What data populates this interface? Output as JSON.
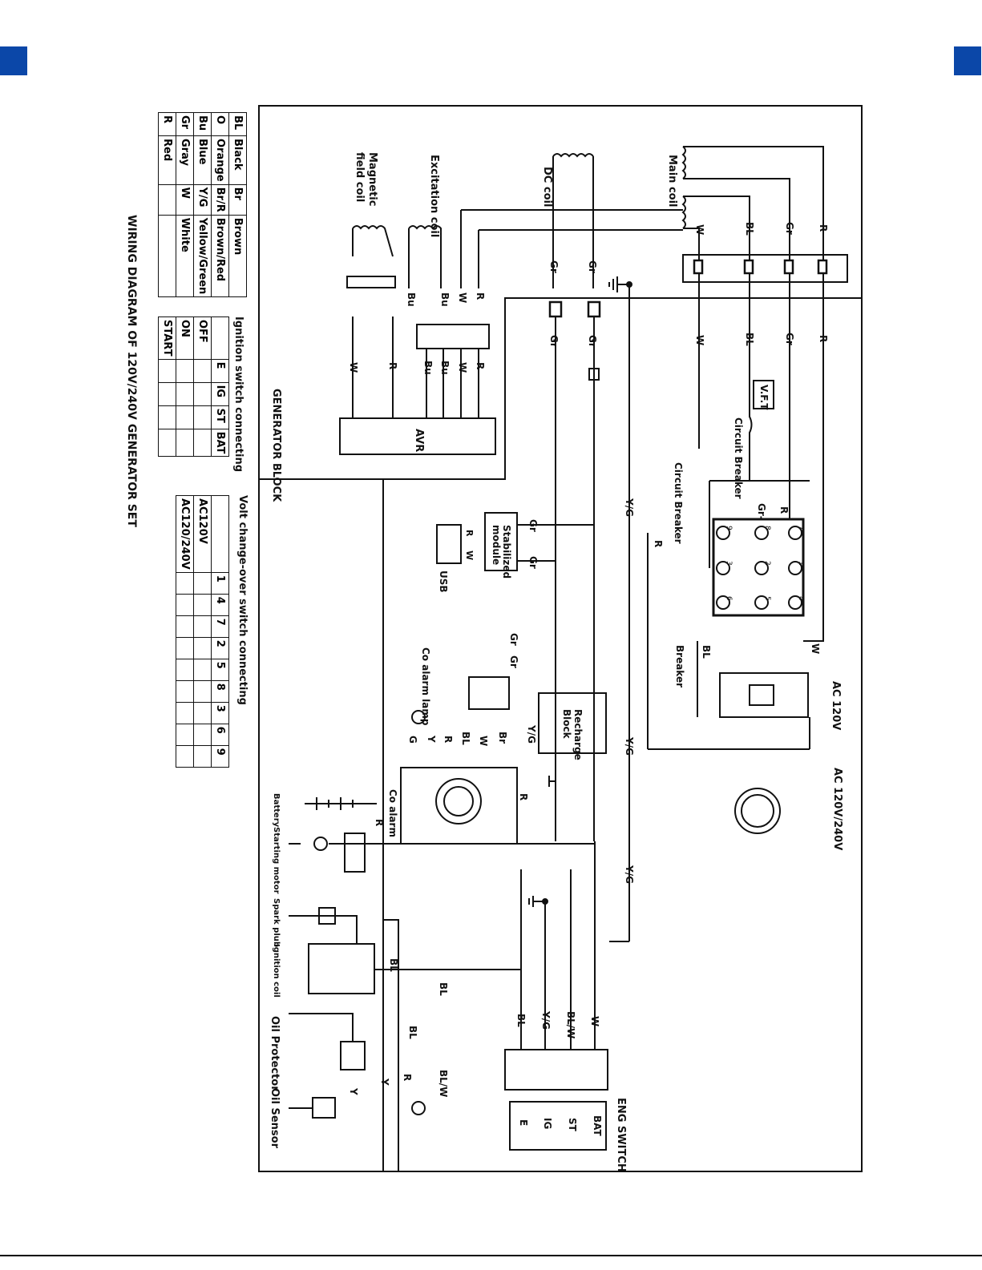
{
  "title": "WIRING DIAGRAM OF 120V/240V GENERATOR SET",
  "colors": {
    "corner_marker": "#0b47a8",
    "line": "#111111"
  },
  "color_legend": [
    {
      "code": "BL",
      "name": "Black",
      "code2": "Br",
      "name2": "Brown"
    },
    {
      "code": "O",
      "name": "Orange",
      "code2": "Br/R",
      "name2": "Brown/Red"
    },
    {
      "code": "Bu",
      "name": "Blue",
      "code2": "Y/G",
      "name2": "Yellow/Green"
    },
    {
      "code": "Gr",
      "name": "Gray",
      "code2": "W",
      "name2": "White"
    },
    {
      "code": "R",
      "name": "Red",
      "code2": "",
      "name2": ""
    }
  ],
  "ignition_table": {
    "title": "Ignition switch connecting",
    "headers": [
      "",
      "E",
      "IG",
      "ST",
      "BAT"
    ],
    "rows": [
      "OFF",
      "ON",
      "START"
    ]
  },
  "volt_table": {
    "title": "Volt change-over switch connecting",
    "headers": [
      "",
      "1",
      "4",
      "7",
      "2",
      "5",
      "8",
      "3",
      "6",
      "9"
    ],
    "rows": [
      "AC120V",
      "AC120/240V"
    ]
  },
  "blocks": {
    "generator_block": "GENERATOR BLOCK",
    "avr": "AVR",
    "stabilized_module": "Stabilized module",
    "usb": "USB",
    "recharge_block": "Recharge Block",
    "vft": "V.F.T",
    "eng_switch": "ENG SWITCH"
  },
  "component_labels": {
    "main_coil": "Main coil",
    "dc_coil": "DC coil",
    "excitation_coil": "Excitation coil",
    "magnetic_field_coil": "Magnetic field coil",
    "circuit_breaker_1": "Circuit Breaker",
    "circuit_breaker_2": "Circuit Breaker",
    "breaker": "Breaker",
    "ac120": "AC 120V",
    "ac120_240": "AC 120V/240V",
    "co_alarm_lamp": "Co alarm lamp",
    "co_alarm": "Co alarm",
    "battery": "Battery",
    "starting_motor": "Starting motor",
    "spark_plug": "Spark plub",
    "ignition_coil": "Ignition coil",
    "oil_protector": "Oil Protector",
    "oil_sensor": "Oil Sensor"
  },
  "eng_switch_terminals": [
    "BAT",
    "ST",
    "IG",
    "E"
  ],
  "wire_labels": {
    "main": [
      "W",
      "BL",
      "Gr",
      "R"
    ],
    "main_right": [
      "W",
      "BL",
      "Gr",
      "R"
    ],
    "dc": [
      "Gr",
      "Gr"
    ],
    "dc_right": [
      "Gr",
      "Gr"
    ],
    "exc": [
      "R",
      "W",
      "Bu",
      "Bu"
    ],
    "exc_right": [
      "R",
      "W",
      "Bu",
      "Bu"
    ],
    "mag": [
      "R",
      "W"
    ],
    "yg": "Y/G",
    "eng": [
      "W",
      "BL/W",
      "Y/G",
      "BL"
    ],
    "misc": [
      "Gr-",
      "R",
      "R",
      "BL",
      "W",
      "R",
      "W",
      "Gr",
      "Gr",
      "Gr",
      "Gr",
      "Y/G",
      "Br",
      "W",
      "BL",
      "R",
      "Y",
      "G",
      "R",
      "R",
      "BL",
      "BL",
      "BL",
      "BL/W",
      "R",
      "Y",
      "Y"
    ]
  },
  "volt_switch_numbers": [
    "9",
    "8",
    "7",
    "3",
    "2",
    "1",
    "6",
    "5",
    "4"
  ]
}
